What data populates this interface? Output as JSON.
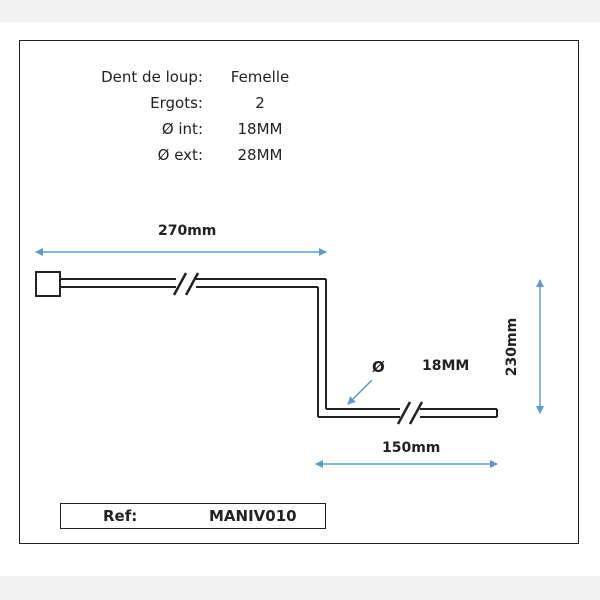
{
  "specs": [
    {
      "label": "Dent de loup:",
      "value": "Femelle"
    },
    {
      "label": "Ergots:",
      "value": "2"
    },
    {
      "label": "Ø int:",
      "value": "18MM"
    },
    {
      "label": "Ø ext:",
      "value": "28MM"
    }
  ],
  "dimensions": {
    "top_length": "270mm",
    "bottom_length": "150mm",
    "height": "230mm",
    "diameter_symbol": "Ø",
    "diameter_value": "18MM"
  },
  "ref": {
    "label": "Ref:",
    "value": "MANIV010"
  },
  "colors": {
    "arrow": "#5b9bd5",
    "line": "#222222",
    "background": "#ffffff",
    "outer_background": "#f2f2f2"
  }
}
